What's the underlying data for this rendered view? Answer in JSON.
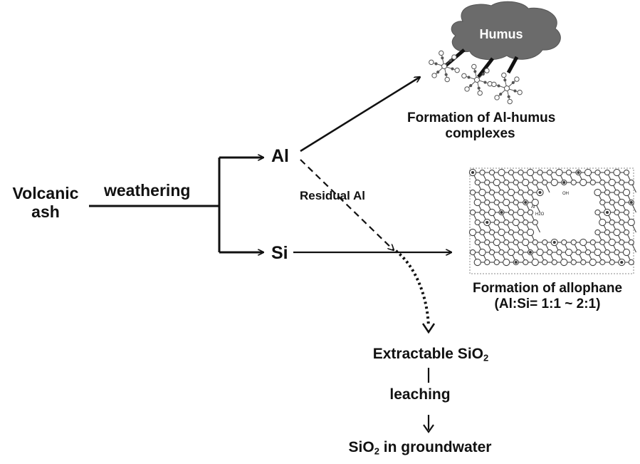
{
  "labels": {
    "volcanic_line1": "Volcanic",
    "volcanic_line2": "ash",
    "weathering": "weathering",
    "al": "Al",
    "si": "Si",
    "residual_al": "Residual Al",
    "humus": "Humus",
    "al_humus_line1": "Formation of Al-humus",
    "al_humus_line2": "complexes",
    "allophane_line1": "Formation of allophane",
    "allophane_line2": "(Al:Si= 1:1 ~ 2:1)",
    "extractable_prefix": "Extractable SiO",
    "extractable_sub": "2",
    "leaching": "leaching",
    "groundwater_prefix": "SiO",
    "groundwater_sub": "2",
    "groundwater_suffix": " in groundwater",
    "allophane_marker_al": "Al",
    "allophane_marker_oh": "OH",
    "allophane_marker_h2o": "H2O"
  },
  "colors": {
    "line": "#111111",
    "cloud": "#6b6b6b",
    "cloud_text": "#ffffff",
    "molecule": "#555555"
  }
}
